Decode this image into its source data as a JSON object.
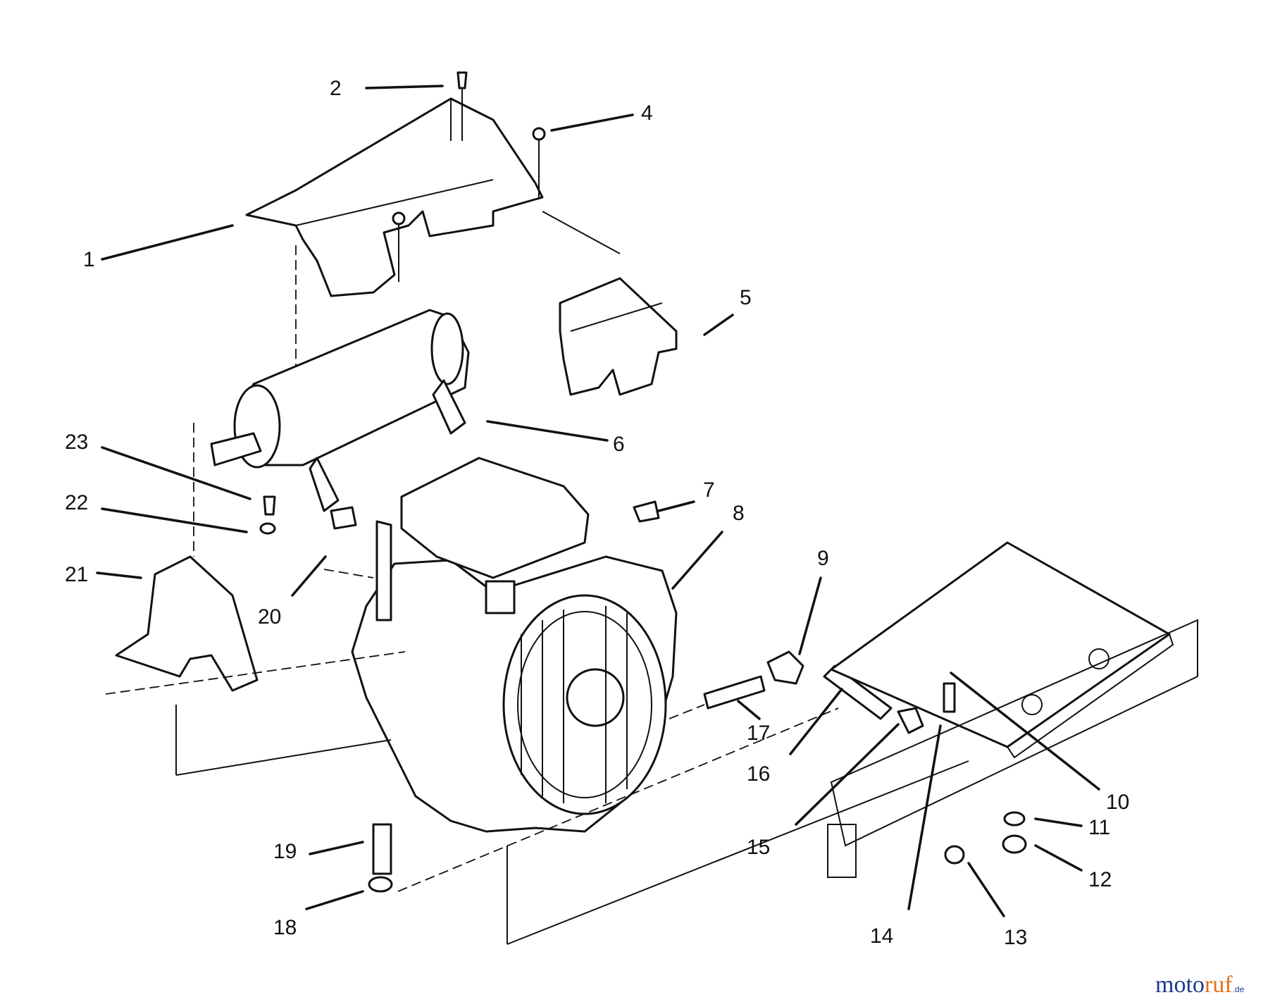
{
  "callouts": {
    "c1": "1",
    "c2": "2",
    "c4": "4",
    "c5": "5",
    "c6": "6",
    "c7": "7",
    "c8": "8",
    "c9": "9",
    "c10": "10",
    "c11": "11",
    "c12": "12",
    "c13": "13",
    "c14": "14",
    "c15": "15",
    "c16": "16",
    "c17": "17",
    "c18": "18",
    "c19": "19",
    "c20": "20",
    "c21": "21",
    "c22": "22",
    "c23": "23"
  },
  "watermark": {
    "brand_a": "moto",
    "brand_b": "ruf",
    "tld": ".de"
  }
}
